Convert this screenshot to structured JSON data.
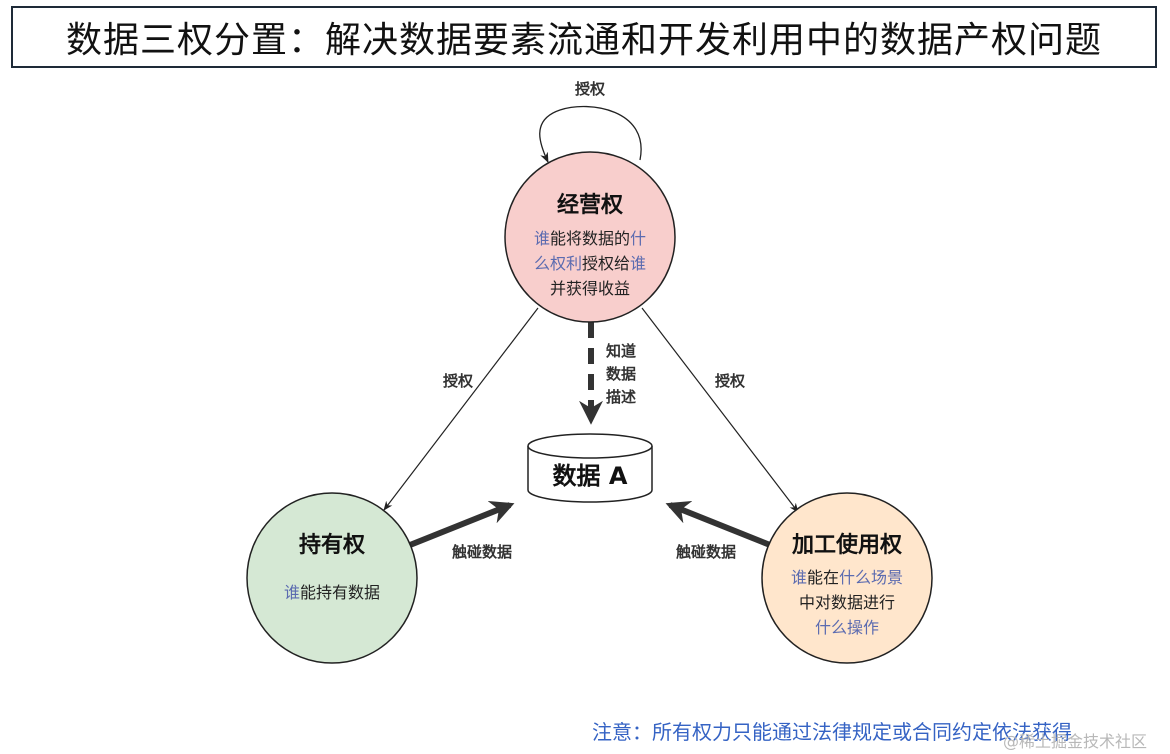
{
  "title": "数据三权分置：解决数据要素流通和开发利用中的数据产权问题",
  "nodes": {
    "operate": {
      "title": "经营权",
      "lines": [
        [
          {
            "t": "谁",
            "hl": true
          },
          {
            "t": "能将数据的",
            "hl": false
          },
          {
            "t": "什",
            "hl": true
          }
        ],
        [
          {
            "t": "么权利",
            "hl": true
          },
          {
            "t": "授权给",
            "hl": false
          },
          {
            "t": "谁",
            "hl": true
          }
        ],
        [
          {
            "t": "并获得收益",
            "hl": false
          }
        ]
      ],
      "fill": "#f8cecc"
    },
    "hold": {
      "title": "持有权",
      "lines": [
        [
          {
            "t": "谁",
            "hl": true
          },
          {
            "t": "能持有数据",
            "hl": false
          }
        ]
      ],
      "fill": "#d5e8d4"
    },
    "process": {
      "title": "加工使用权",
      "lines": [
        [
          {
            "t": "谁",
            "hl": true
          },
          {
            "t": "能在",
            "hl": false
          },
          {
            "t": "什么场景",
            "hl": true
          }
        ],
        [
          {
            "t": "中对数据进行",
            "hl": false
          }
        ],
        [
          {
            "t": "什么操作",
            "hl": true
          }
        ]
      ],
      "fill": "#ffe6cc"
    },
    "data": {
      "label": "数据 A"
    }
  },
  "edges": {
    "self_loop": "授权",
    "to_hold": "授权",
    "to_process": "授权",
    "know": [
      "知道",
      "数据",
      "描述"
    ],
    "hold_touch": "触碰数据",
    "process_touch": "触碰数据"
  },
  "note": "注意：所有权力只能通过法律规定或合同约定依法获得",
  "watermark": "@稀土掘金技术社区",
  "colors": {
    "highlight": "#5b6bb0",
    "note": "#3563c4",
    "arrow": "#333333"
  }
}
